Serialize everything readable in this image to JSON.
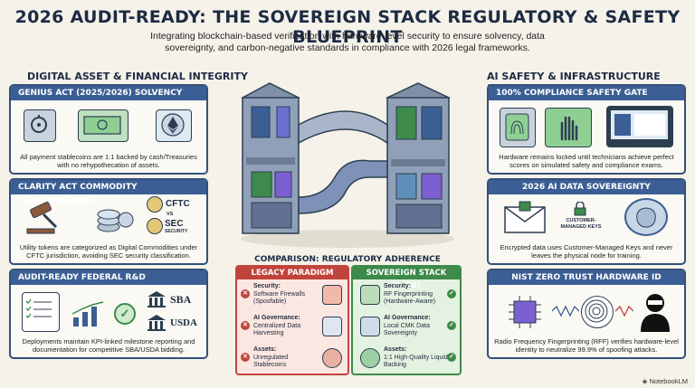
{
  "header": {
    "title": "2026 AUDIT-READY: THE SOVEREIGN STACK REGULATORY & SAFETY BLUEPRINT",
    "subtitle": "Integrating blockchain-based verification with hardware-level security to ensure solvency, data sovereignty, and carbon-negative standards in compliance with 2026 legal frameworks."
  },
  "left": {
    "heading": "DIGITAL ASSET & FINANCIAL INTEGRITY",
    "cards": [
      {
        "title": "GENIUS ACT (2025/2026) SOLVENCY",
        "desc": "All payment stablecoins are 1:1 backed by cash/Treasuries with no rehypothecation of assets."
      },
      {
        "title": "CLARITY ACT COMMODITY CLASSIFICATION",
        "desc": "Utility tokens are categorized as Digital Commodities under CFTC jurisdiction, avoiding SEC security classification.",
        "labels": {
          "cftc": "CFTC",
          "vs": "VS",
          "sec": "SEC",
          "security": "SECURITY"
        }
      },
      {
        "title": "AUDIT-READY FEDERAL R&D",
        "desc": "Deployments maintain KPI-linked milestone reporting and documentation for competitive SBA/USDA bidding.",
        "labels": {
          "sba": "SBA",
          "usda": "USDA"
        }
      }
    ]
  },
  "right": {
    "heading": "AI SAFETY & INFRASTRUCTURE SECURITY",
    "cards": [
      {
        "title": "100% COMPLIANCE SAFETY GATE",
        "desc": "Hardware remains locked until technicians achieve perfect scores on simulated safety and compliance exams."
      },
      {
        "title": "2026 AI DATA SOVEREIGNTY",
        "desc": "Encrypted data uses Customer-Managed Keys and never leaves the physical node for training.",
        "labels": {
          "keys": "CUSTOMER-MANAGED KEYS"
        }
      },
      {
        "title": "NIST ZERO TRUST HARDWARE ID",
        "desc": "Radio Frequency Fingerprinting (RFF) verifies hardware-level identity to neutralize 99.9% of spoofing attacks."
      }
    ]
  },
  "comparison": {
    "title": "COMPARISON: REGULATORY ADHERENCE",
    "legacy": {
      "heading": "LEGACY PARADIGM",
      "rows": [
        {
          "label": "Security:",
          "text": "Software Firewalls (Spoofable)"
        },
        {
          "label": "AI Governance:",
          "text": "Centralized Data Harvesting"
        },
        {
          "label": "Assets:",
          "text": "Unregulated Stablecoins"
        }
      ]
    },
    "sovereign": {
      "heading": "SOVEREIGN STACK (2026)",
      "rows": [
        {
          "label": "Security:",
          "text": "RF Fingerprinting (Hardware-Aware)"
        },
        {
          "label": "AI Governance:",
          "text": "Local CMK Data Sovereignty"
        },
        {
          "label": "Assets:",
          "text": "1:1 High-Quality Liquid Backing"
        }
      ]
    }
  },
  "brand": "NotebookLM",
  "colors": {
    "navy": "#3b5f94",
    "legacy_red": "#c0443c",
    "sovereign_green": "#3d8a4a",
    "background": "#f5f2ea"
  }
}
